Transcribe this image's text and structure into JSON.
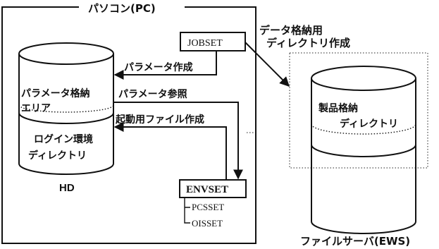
{
  "pc": {
    "title": "パソコン(PC)"
  },
  "jobset": {
    "label": "JOBSET"
  },
  "envset": {
    "label": "ENVSET",
    "children": [
      "PCSSET",
      "OISSET"
    ]
  },
  "hd": {
    "label": "HD",
    "area_param": [
      "パラメータ格納",
      "エリア"
    ],
    "area_login": [
      "ログイン環境",
      "ディレクトリ"
    ]
  },
  "arrows": {
    "param_create": "パラメータ作成",
    "param_ref": "パラメータ参照",
    "startup_create": "起動用ファイル作成",
    "data_dir_create": [
      "データ格納用",
      "ディレクトリ作成"
    ]
  },
  "server": {
    "label": "ファイルサーバ(EWS)",
    "product_dir": [
      "製品格納",
      "ディレクトリ"
    ]
  }
}
